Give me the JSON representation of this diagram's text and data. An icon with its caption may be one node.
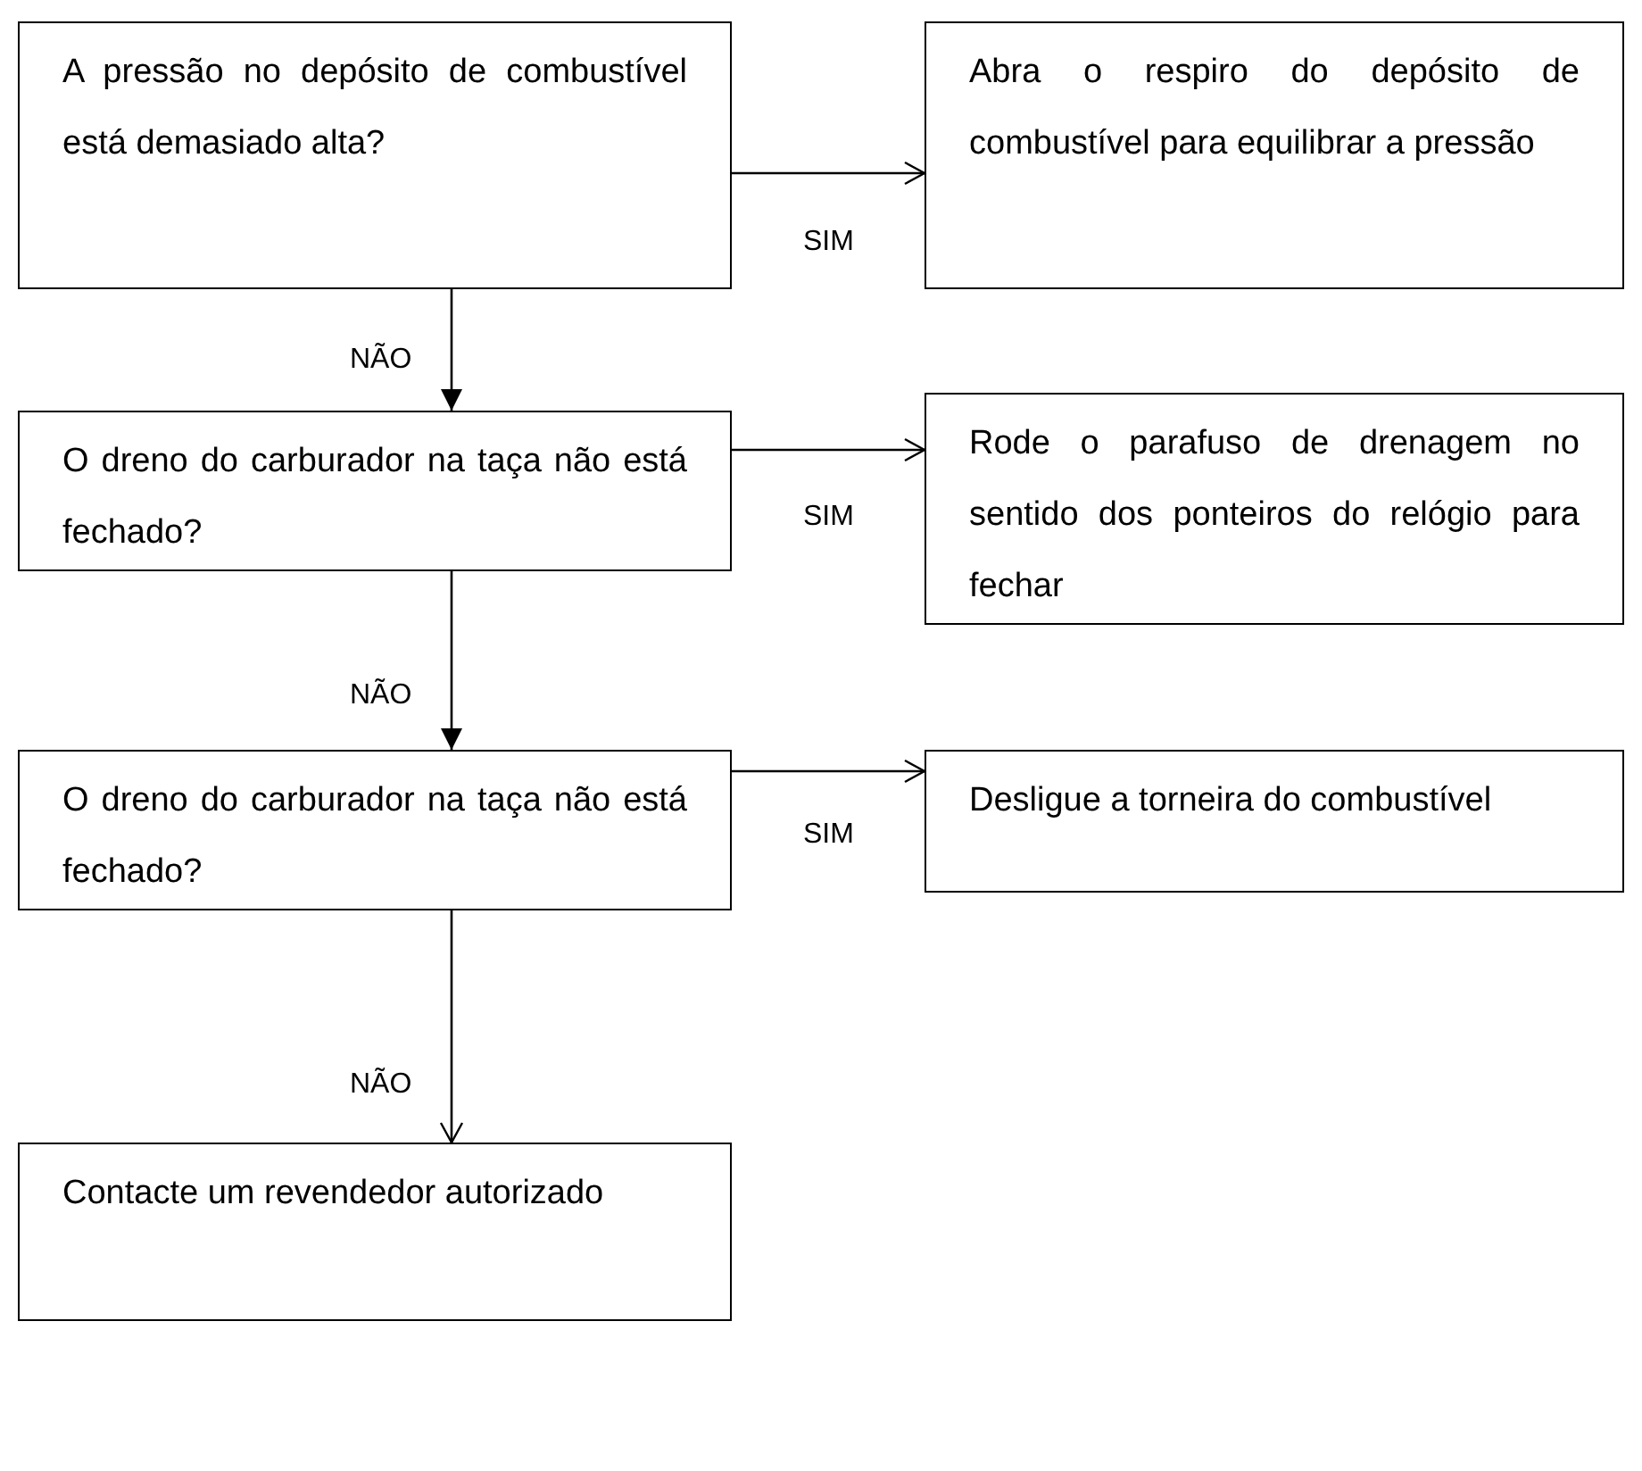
{
  "diagram": {
    "nodes": [
      {
        "text": [
          "A pressão no depósito de combustível está demasiado alta?"
        ]
      },
      {
        "text": [
          "Abra o respiro do depósito de combustível para equilibrar a pressão"
        ]
      },
      {
        "text": [
          "O dreno do carburador na taça não está fechado?"
        ]
      },
      {
        "text": [
          "Rode o parafuso de drenagem no sentido dos ponteiros do relógio para fechar"
        ]
      },
      {
        "text": [
          "O dreno do carburador na taça não está fechado?"
        ]
      },
      {
        "text": [
          "Desligue a torneira do combustível"
        ]
      },
      {
        "text": [
          "Contacte um revendedor autorizado"
        ]
      }
    ],
    "edges": [
      {
        "from": 0,
        "to": 1,
        "arrow": "to",
        "label": "SIM"
      },
      {
        "from": 0,
        "to": 2,
        "arrow": "to",
        "label": "NÃO"
      },
      {
        "from": 2,
        "to": 3,
        "arrow": "to",
        "label": "SIM"
      },
      {
        "from": 2,
        "to": 4,
        "arrow": "to",
        "label": "NÃO"
      },
      {
        "from": 4,
        "to": 5,
        "arrow": "to",
        "label": "SIM"
      },
      {
        "from": 4,
        "to": 6,
        "arrow": "to",
        "label": "NÃO"
      }
    ]
  }
}
